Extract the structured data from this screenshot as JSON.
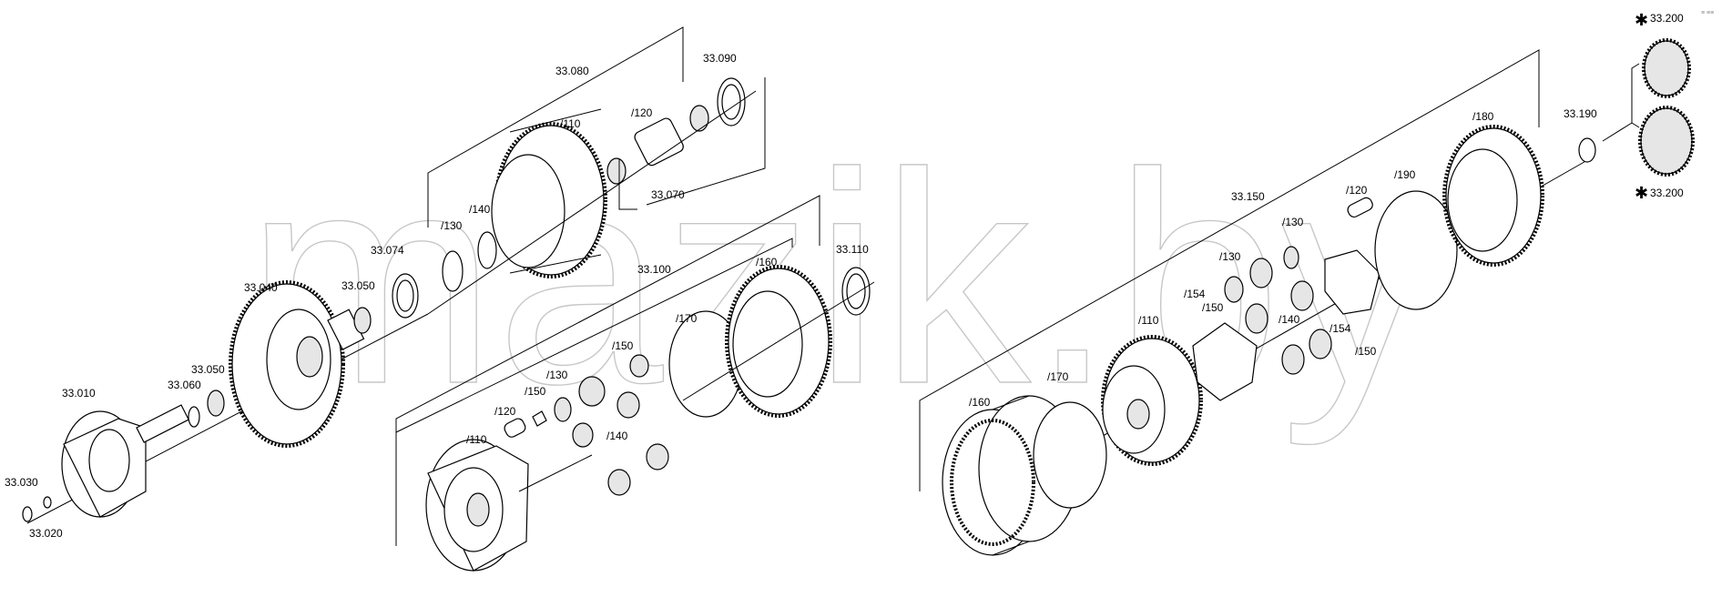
{
  "watermark": "mazik.by",
  "corner_mark": "≡ ≡≡",
  "labels": {
    "l33010": "33.010",
    "l33020": "33.020",
    "l33030": "33.030",
    "l33040": "33.040",
    "l33050a": "33.050",
    "l33050b": "33.050",
    "l33060": "33.060",
    "l33070": "33.070",
    "l33074": "33.074",
    "l33080": "33.080",
    "l33090": "33.090",
    "l33100": "33.100",
    "l33110": "33.110",
    "l33150": "33.150",
    "l33190": "33.190",
    "l33200a": "33.200",
    "l33200b": "33.200",
    "a110": "/110",
    "a120": "/120",
    "a130": "/130",
    "a140": "/140",
    "b110": "/110",
    "b120": "/120",
    "b130": "/130",
    "b140": "/140",
    "b150a": "/150",
    "b150b": "/150",
    "b160": "/160",
    "b170": "/170",
    "c110": "/110",
    "c120": "/120",
    "c130a": "/130",
    "c130b": "/130",
    "c140": "/140",
    "c150a": "/150",
    "c150b": "/150",
    "c154a": "/154",
    "c154b": "/154",
    "c160": "/160",
    "c170": "/170",
    "c180": "/180",
    "c190": "/190"
  },
  "asterisk": "✱"
}
